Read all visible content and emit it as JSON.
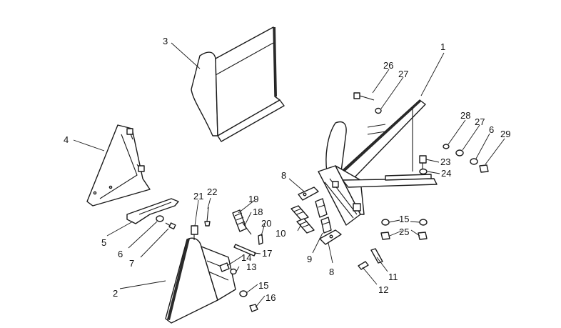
{
  "callouts": {
    "c1": "1",
    "c2": "2",
    "c3": "3",
    "c4": "4",
    "c5": "5",
    "c6a": "6",
    "c6b": "6",
    "c7": "7",
    "c8a": "8",
    "c8b": "8",
    "c9": "9",
    "c10": "10",
    "c11": "11",
    "c12": "12",
    "c13": "13",
    "c14": "14",
    "c15a": "15",
    "c15b": "15",
    "c16": "16",
    "c17": "17",
    "c18": "18",
    "c19": "19",
    "c20": "20",
    "c21": "21",
    "c22": "22",
    "c23": "23",
    "c24": "24",
    "c25": "25",
    "c26": "26",
    "c27a": "27",
    "c27b": "27",
    "c28": "28",
    "c29": "29"
  }
}
